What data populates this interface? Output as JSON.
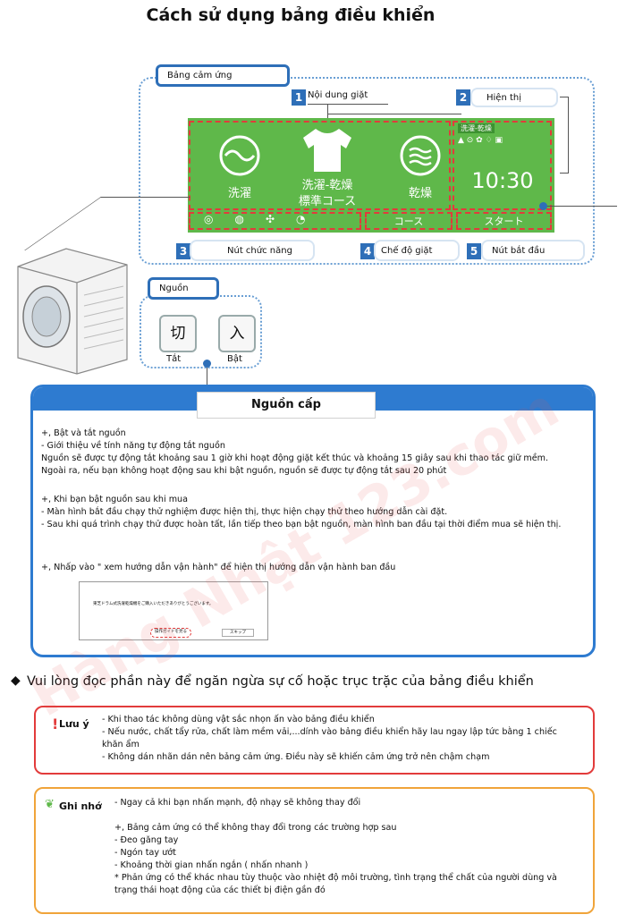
{
  "title": "Cách sử dụng bảng điều khiển",
  "touch_panel_label": "Bảng cảm ứng",
  "callouts": [
    {
      "num": "1",
      "label": "Nội dung giặt"
    },
    {
      "num": "2",
      "label": "Hiện thị"
    },
    {
      "num": "3",
      "label": "Nút chức năng"
    },
    {
      "num": "4",
      "label": "Chế độ giặt"
    },
    {
      "num": "5",
      "label": "Nút bắt đầu"
    }
  ],
  "panel": {
    "wash": "洗濯",
    "wash_dry": "洗濯-乾燥",
    "standard_course": "標準コース",
    "dry": "乾燥",
    "time": "10:30",
    "display_tag": "洗濯-乾燥",
    "course_button": "コース",
    "start_button": "スタート"
  },
  "power": {
    "label": "Nguồn",
    "off_key": "切",
    "on_key": "入",
    "off_label": "Tắt",
    "on_label": "Bật"
  },
  "source": {
    "title": "Nguồn cấp",
    "lines": [
      "+, Bật và tắt nguồn",
      "- Giới thiệu về tính năng tự động tắt nguồn",
      "Nguồn sẽ được tự động tắt khoảng sau 1 giờ khi hoạt động giặt kết thúc và khoảng 15 giây sau khi thao tác giữ mềm.",
      "Ngoài ra, nếu bạn không hoạt động sau khi bật nguồn, nguồn sẽ được tự động tắt sau 20 phút",
      "",
      "+, Khi bạn bật nguồn sau khi mua",
      "- Màn hình bắt đầu chạy thử nghiệm được hiện thị, thực hiện chạy thử theo hướng dẫn cài đặt.",
      "- Sau khi quá trình chạy thử được hoàn tất, lần tiếp theo bạn bật nguồn, màn hình ban đầu tại thời điểm mua sẽ hiện thị.",
      "",
      "",
      "+, Nhấp vào \" xem hướng dẫn vận hành\" để hiện thị hướng dẫn vận hành ban đầu"
    ],
    "screen_text": "東芝ドラム式洗濯乾燥機をご購入いただきありがとうございます。",
    "screen_guide": "操作ガイドを見る",
    "screen_skip": "スキップ"
  },
  "notice_heading": "Vui lòng đọc phần này để ngăn ngừa sự cố hoặc trục trặc của bảng điều khiển",
  "warning": {
    "label": "Lưu ý",
    "lines": [
      "- Khi thao tác không dùng vật sắc nhọn ấn vào bảng điều khiển",
      "- Nếu nước, chất tẩy rửa, chất làm mềm vải,...dính vào bảng điều khiển hãy lau ngay lập tức bằng 1 chiếc",
      "khăn ẩm",
      "- Không dán nhãn dán nên bảng cảm ứng. Điều này sẽ khiến cảm ứng trở nên chậm chạm"
    ]
  },
  "memo": {
    "label": "Ghi nhớ",
    "lines": [
      "- Ngay cả khi bạn nhấn mạnh, độ nhạy sẽ không thay đổi",
      "",
      "+, Bảng cảm ứng có thể không thay đổi trong các trường hợp sau",
      "- Đeo găng tay",
      "- Ngón tay ướt",
      "- Khoảng thời gian nhấn ngắn ( nhấn nhanh )",
      "* Phản ứng có thể khác nhau tùy thuộc vào nhiệt độ môi trường, tình trạng thể chất của người dùng và",
      "trạng thái hoạt động của các thiết bị điện gần đó"
    ]
  },
  "watermark": "Hàng Nhật 123.com"
}
